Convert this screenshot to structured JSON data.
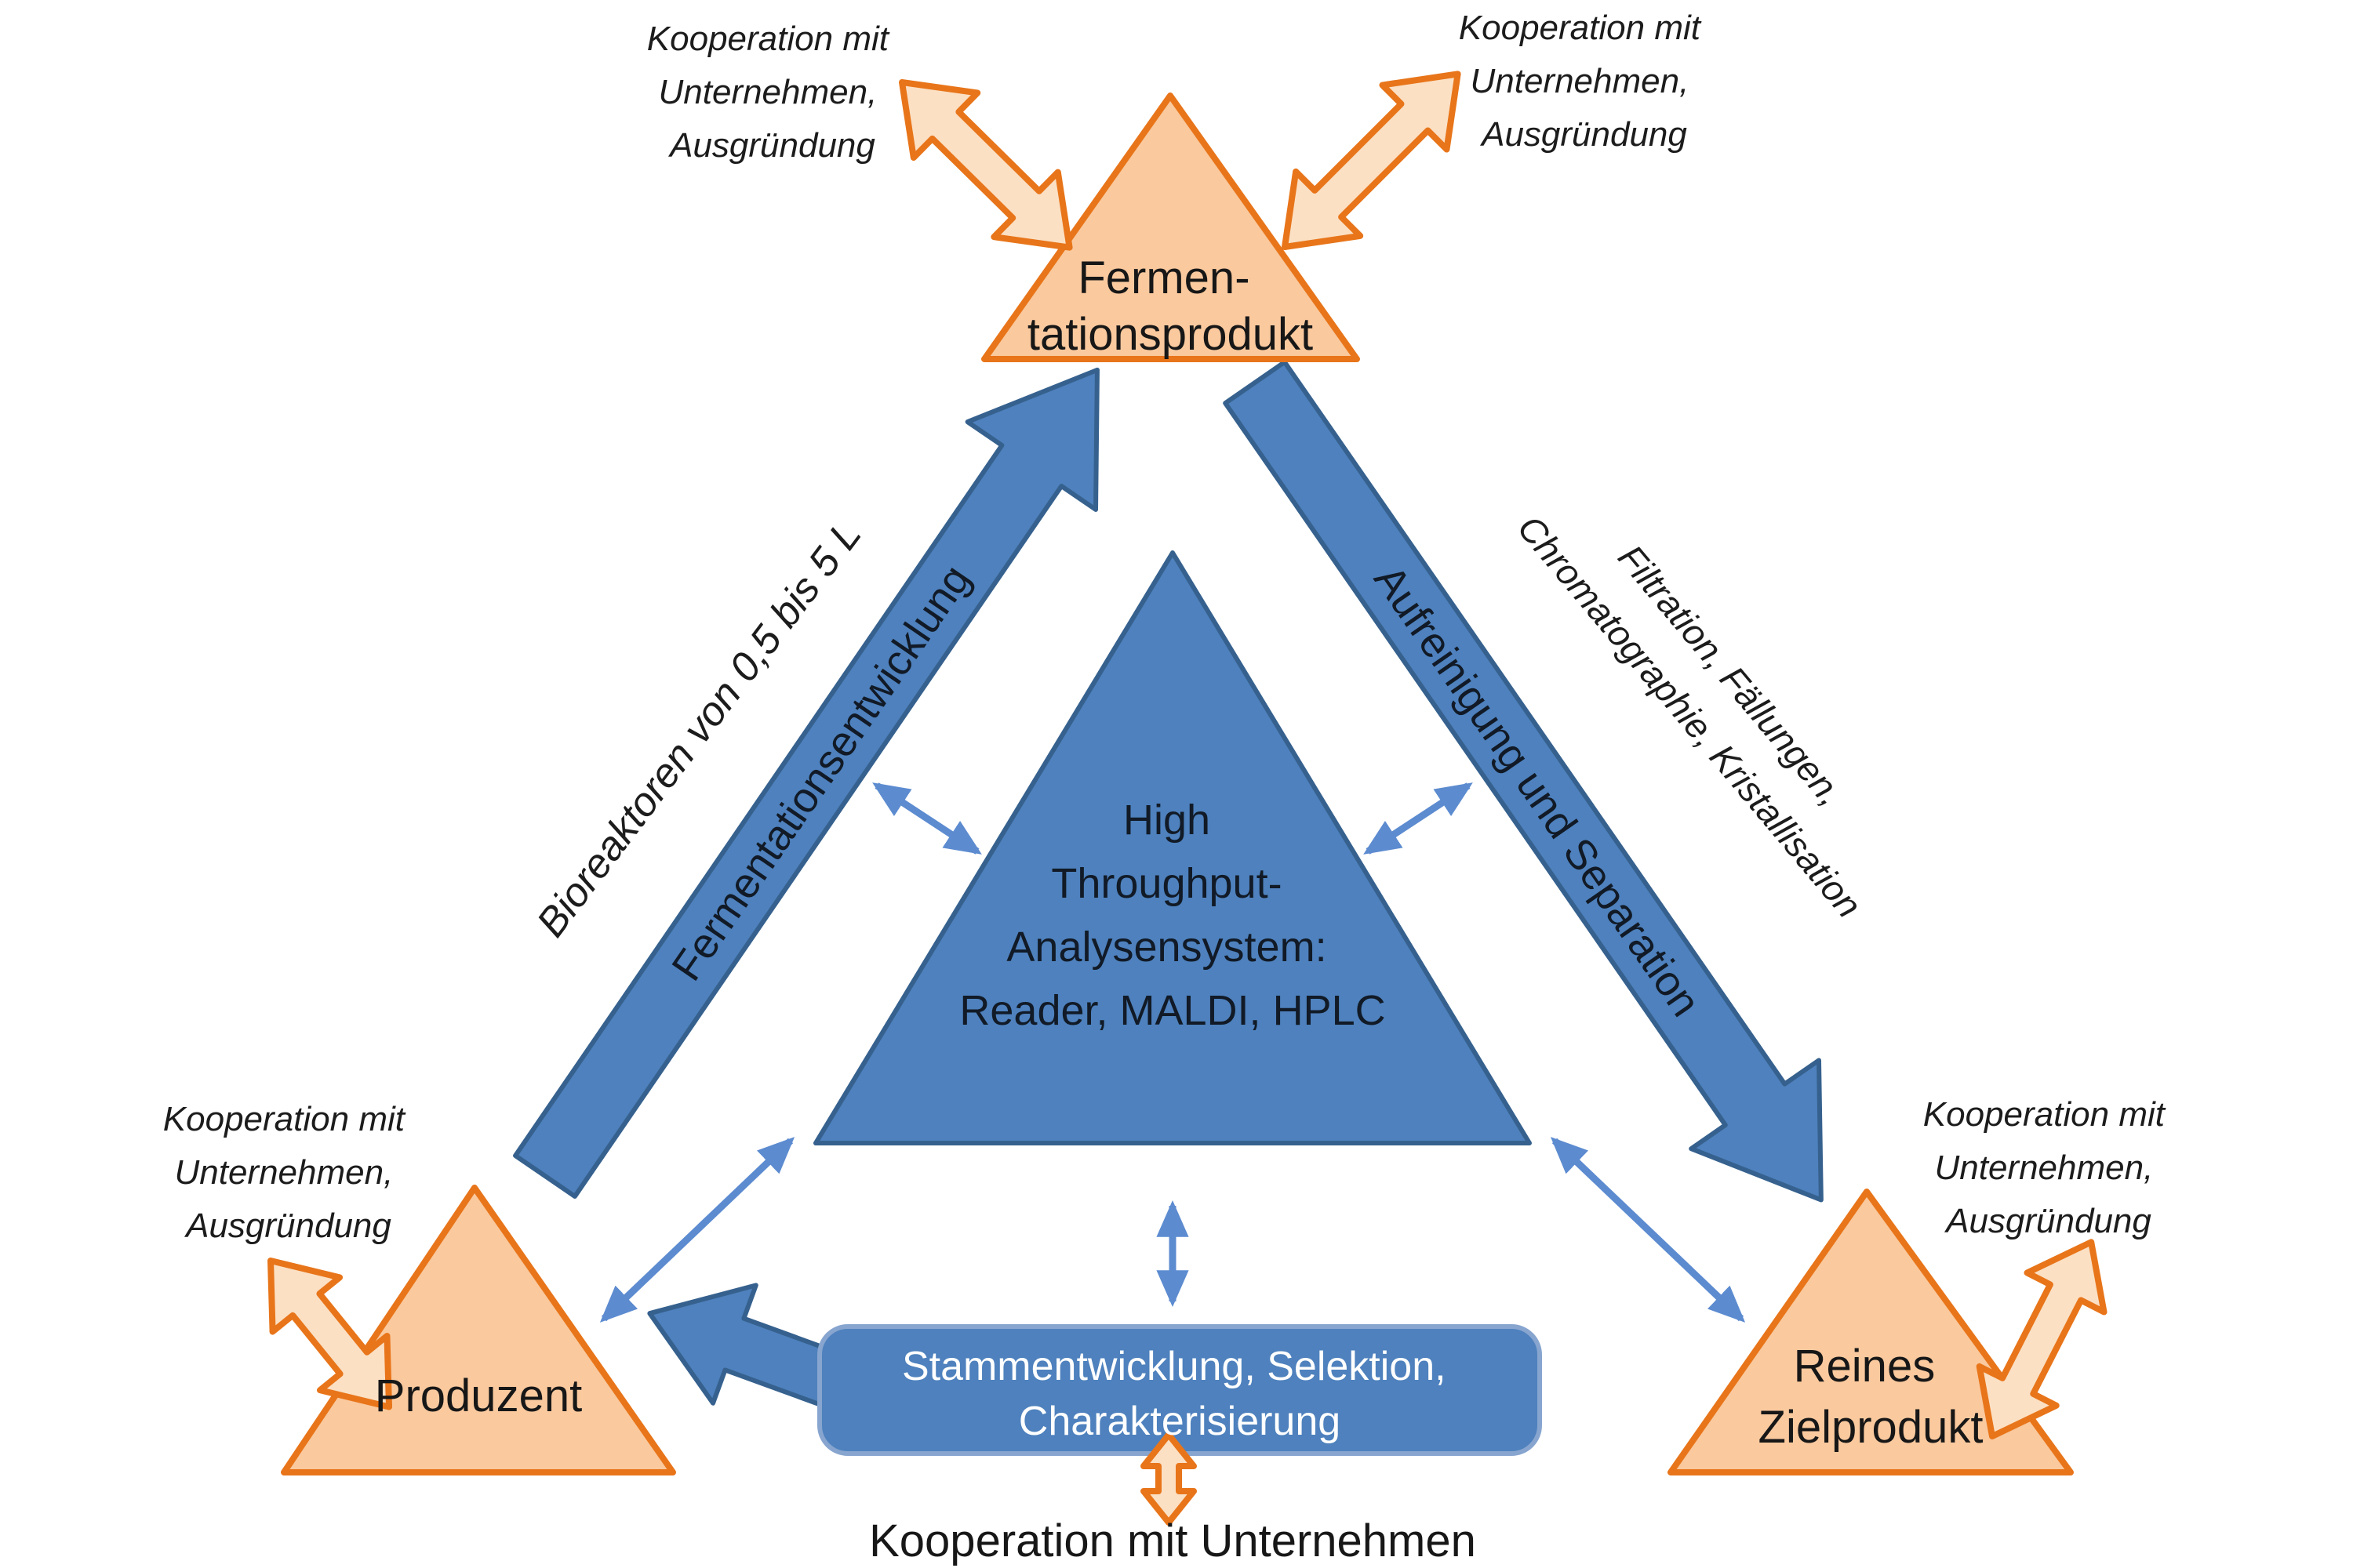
{
  "diagram": {
    "type": "biotech-process-triangle-diagram",
    "language": "de"
  },
  "nodes": {
    "fermentationsprodukt": {
      "line1": "Fermen-",
      "line2": "tationsprodukt"
    },
    "produzent": {
      "label": "Produzent"
    },
    "reines_zielprodukt": {
      "line1": "Reines",
      "line2": "Zielprodukt"
    },
    "analysensystem": {
      "line1": "High",
      "line2": "Throughput-",
      "line3": "Analysensystem:",
      "line4": "Reader, MALDI, HPLC"
    },
    "stammentwicklung_box": {
      "line1": "Stammentwicklung, Selektion,",
      "line2": "Charakterisierung"
    }
  },
  "edges": {
    "fermentation_arrow_label": "Fermentationsentwicklung",
    "bioreaktoren_label": "Bioreaktoren von 0,5 bis 5 L",
    "aufreinigung_arrow_label": "Aufreinigung und Separation",
    "filtration_label_line1": "Filtration, Fällungen,",
    "filtration_label_line2": "Chromatographie, Kristallisation",
    "kooperation_bottom_label": "Kooperation mit Unternehmen"
  },
  "kooperation_note": {
    "line1": "Kooperation mit",
    "line2": "Unternehmen,",
    "line3": "Ausgründung"
  },
  "colors": {
    "orange_border": "#E8751A",
    "orange_triangle_fill": "#FAC99E",
    "orange_arrow_fill": "#FBE0C4",
    "blue_fill": "#4E81BD",
    "blue_border": "#36618E",
    "thin_arrow_blue": "#5C8BD0",
    "box_border": "#87A5CF",
    "text_dark": "#171717",
    "text_white": "#FFFFFF"
  }
}
